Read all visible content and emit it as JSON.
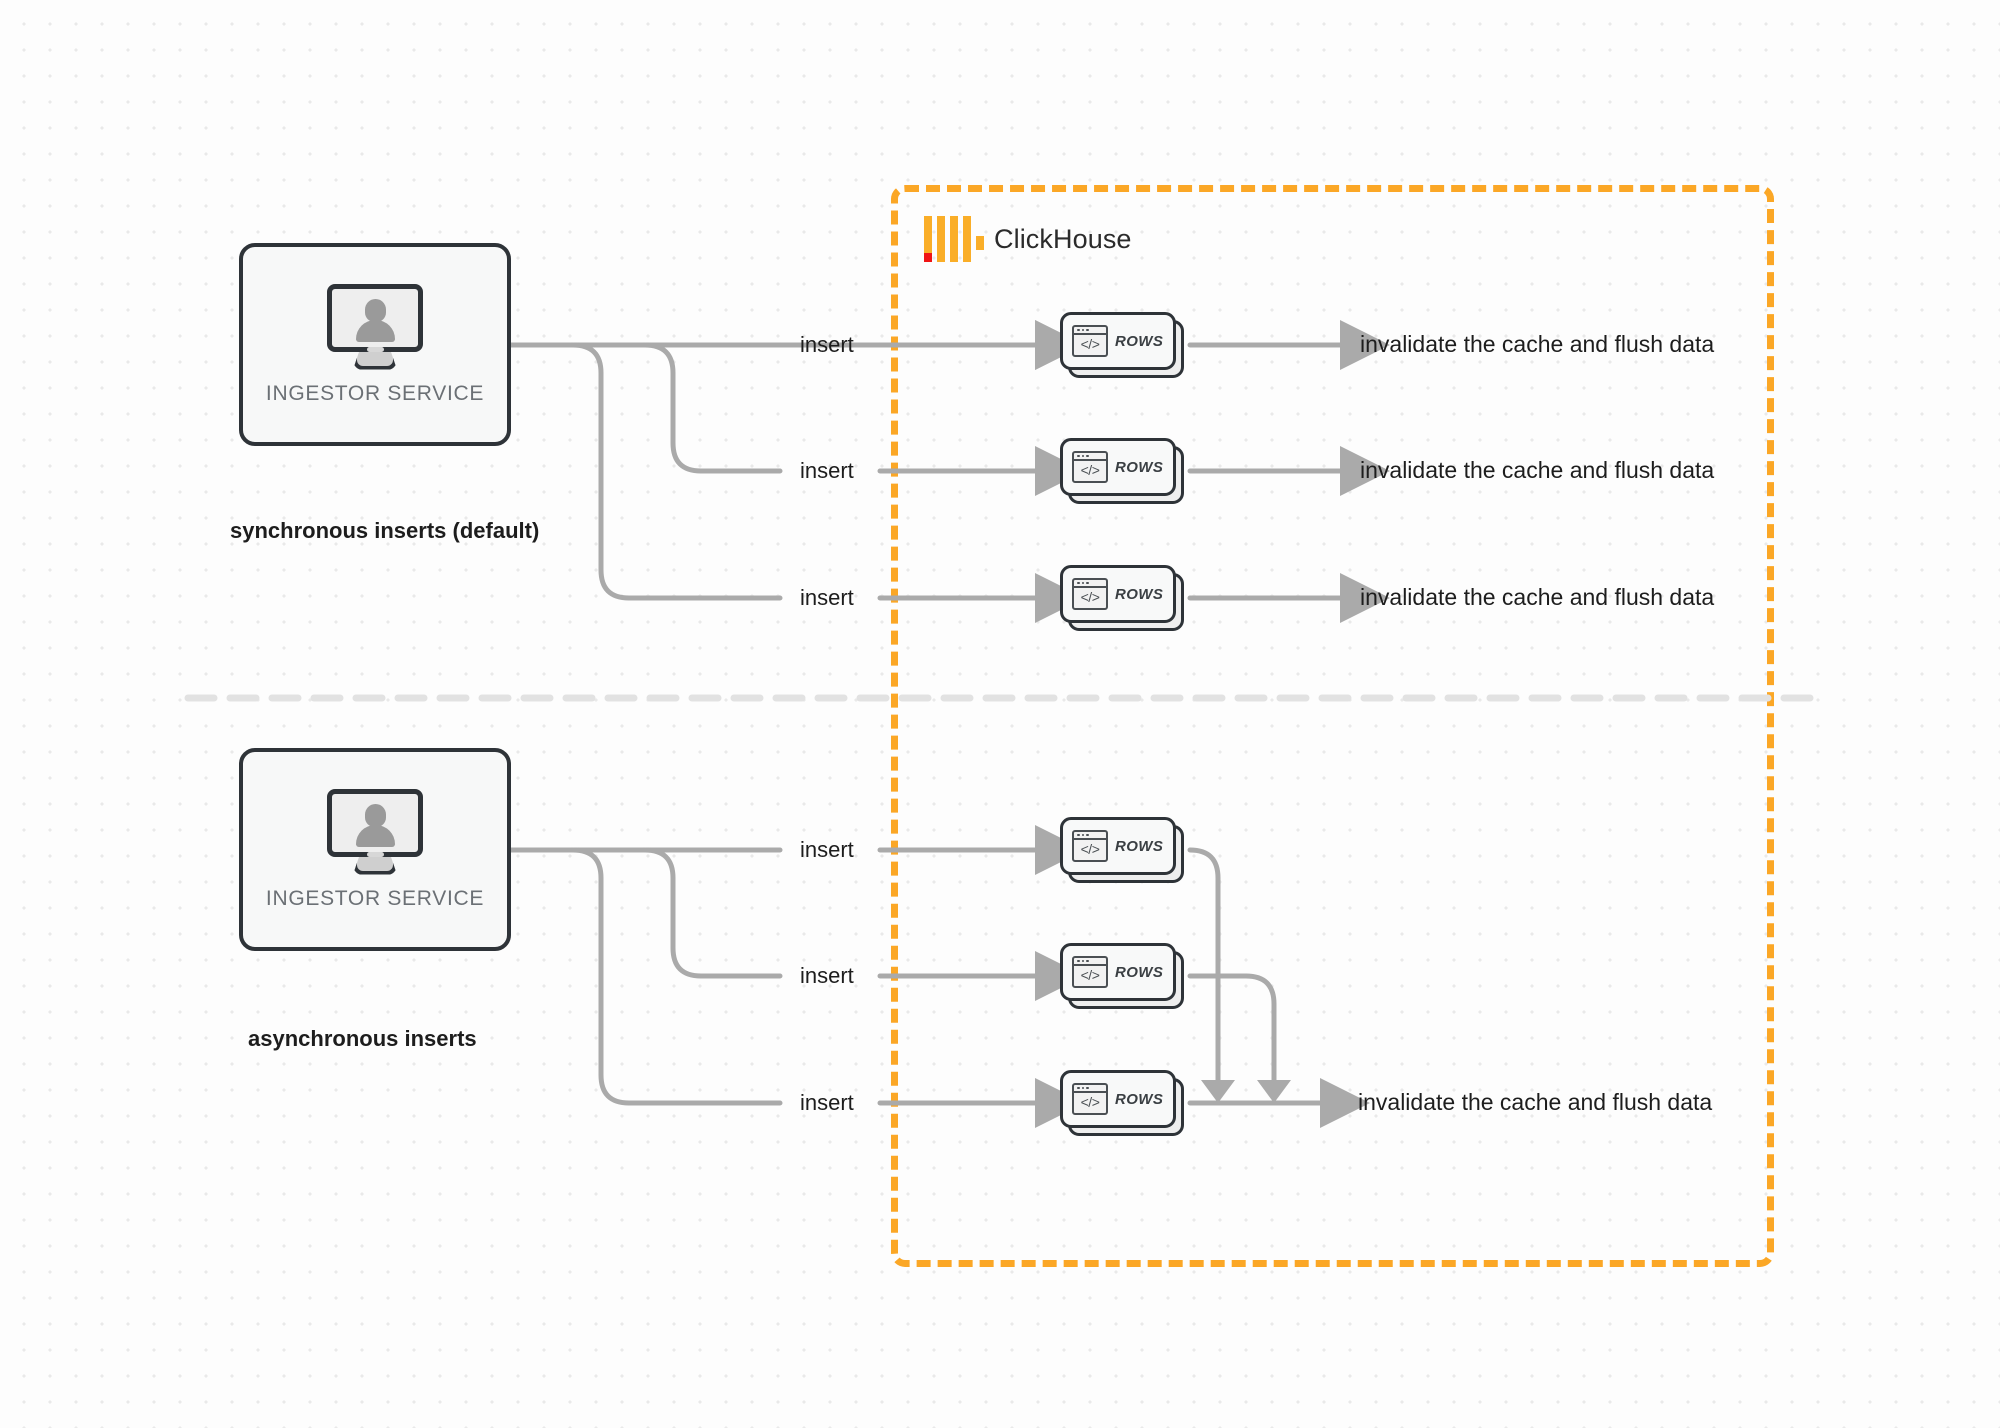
{
  "diagram": {
    "title": "ClickHouse synchronous vs asynchronous inserts",
    "colors": {
      "boundary_orange": "#FBA726",
      "logo_orange": "#FAAE28",
      "logo_red": "#F01414",
      "node_border": "#2e3338",
      "wire_gray": "#aaaaaa",
      "divider_gray": "#e2e2e2",
      "background": "#fdfdfd",
      "dot_grid": "#e9e9e9"
    }
  },
  "clickhouse": {
    "name": "ClickHouse",
    "logo_icon": "clickhouse-bars-icon"
  },
  "sections": [
    {
      "id": "synchronous",
      "caption": "synchronous inserts (default)",
      "node": {
        "label": "INGESTOR SERVICE",
        "icon": "monitor-user-icon"
      },
      "flows": [
        {
          "insert_label": "insert",
          "card_label": "ROWS",
          "card_icon": "code-window-icon",
          "result_label": "invalidate the cache and flush data"
        },
        {
          "insert_label": "insert",
          "card_label": "ROWS",
          "card_icon": "code-window-icon",
          "result_label": "invalidate the cache and flush data"
        },
        {
          "insert_label": "insert",
          "card_label": "ROWS",
          "card_icon": "code-window-icon",
          "result_label": "invalidate the cache and flush data"
        }
      ]
    },
    {
      "id": "asynchronous",
      "caption": "asynchronous inserts",
      "node": {
        "label": "INGESTOR SERVICE",
        "icon": "monitor-user-icon"
      },
      "flows": [
        {
          "insert_label": "insert",
          "card_label": "ROWS",
          "card_icon": "code-window-icon"
        },
        {
          "insert_label": "insert",
          "card_label": "ROWS",
          "card_icon": "code-window-icon"
        },
        {
          "insert_label": "insert",
          "card_label": "ROWS",
          "card_icon": "code-window-icon"
        }
      ],
      "merged_result_label": "invalidate the cache and flush data"
    }
  ]
}
